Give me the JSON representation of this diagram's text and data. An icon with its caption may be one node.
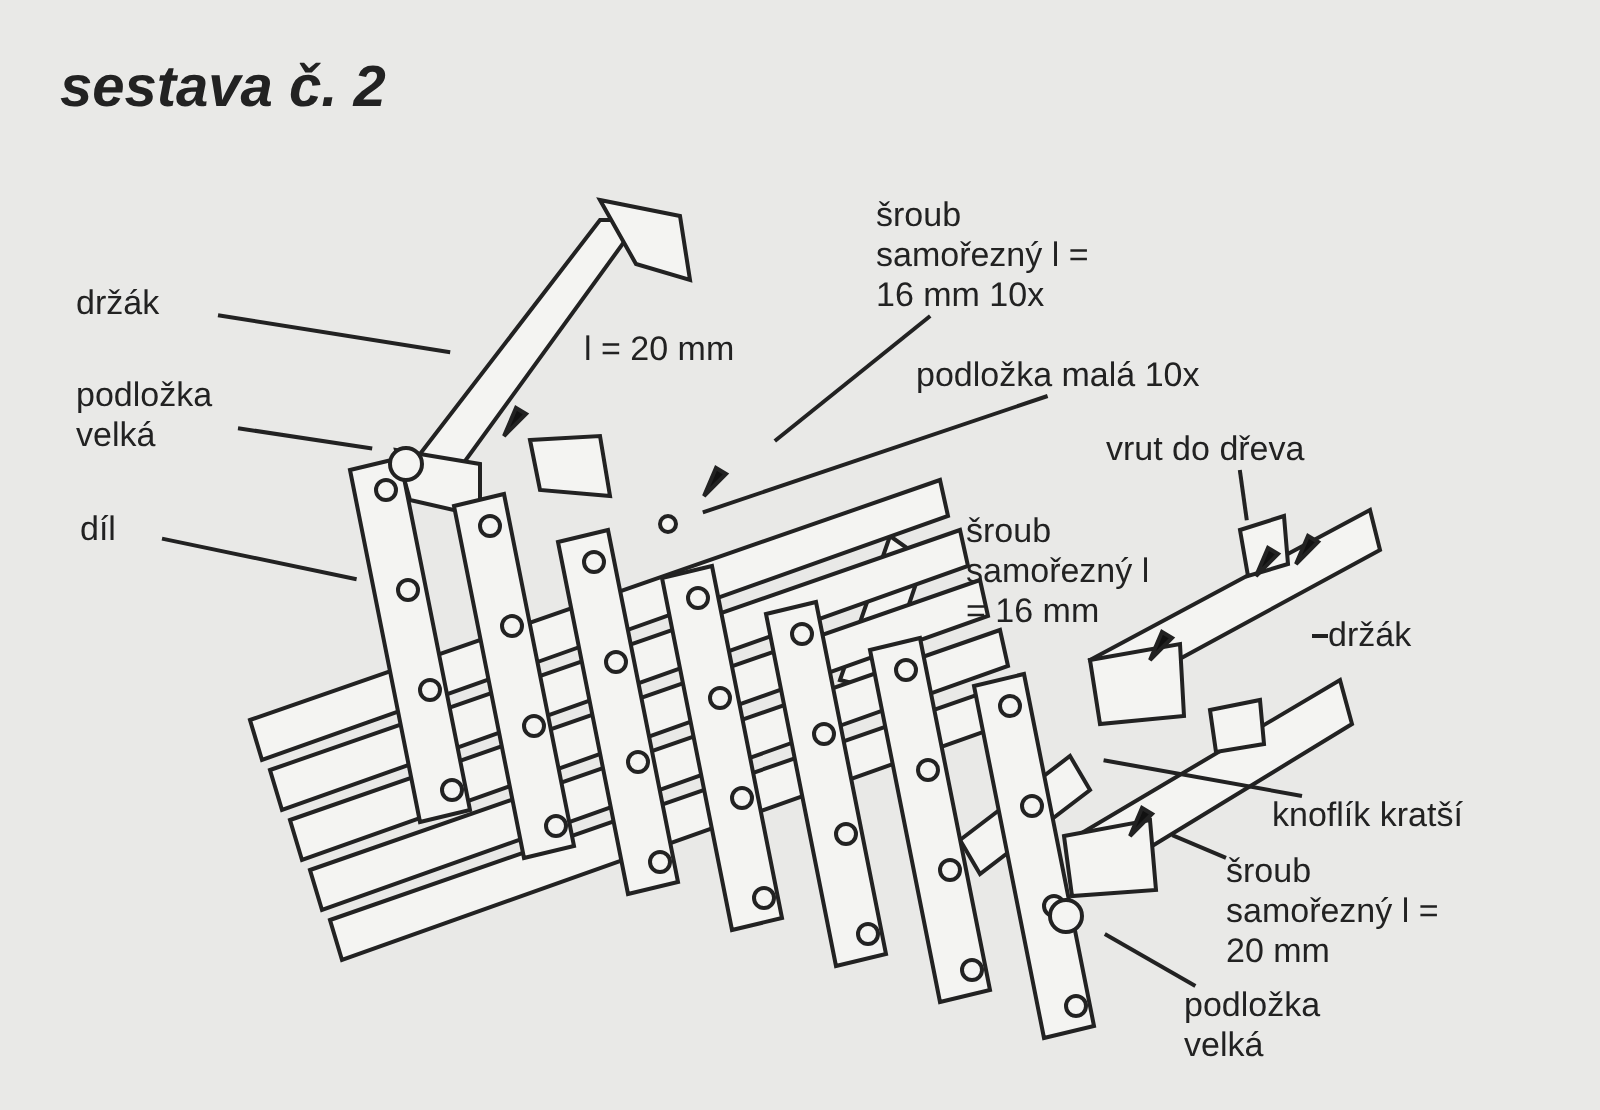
{
  "diagram": {
    "title": "sestava č. 2",
    "nodes": [
      {
        "text": [
          "držák"
        ]
      },
      {
        "text": [
          "podložka velká"
        ]
      },
      {
        "text": [
          "díl"
        ]
      },
      {
        "text": [
          "šroub samořezný l = 16 mm 10x"
        ]
      },
      {
        "text": [
          "podložka malá 10x"
        ]
      },
      {
        "text": [
          "vrut do dřeva"
        ]
      },
      {
        "text": [
          "držák"
        ]
      },
      {
        "text": [
          "knoflík kratší"
        ]
      },
      {
        "text": [
          "šroub samořezný l = 20 mm"
        ]
      },
      {
        "text": [
          "podložka velká"
        ]
      }
    ],
    "edges": [
      {
        "from": 0,
        "to": null,
        "arrow": "none"
      },
      {
        "from": 1,
        "to": null,
        "arrow": "none"
      },
      {
        "from": 2,
        "to": null,
        "arrow": "none"
      },
      {
        "from": 3,
        "to": null,
        "arrow": "none"
      },
      {
        "from": 4,
        "to": null,
        "arrow": "none"
      },
      {
        "from": 5,
        "to": null,
        "arrow": "none"
      },
      {
        "from": 6,
        "to": null,
        "arrow": "none"
      },
      {
        "from": 7,
        "to": null,
        "arrow": "none"
      },
      {
        "from": 8,
        "to": null,
        "arrow": "none"
      },
      {
        "from": 9,
        "to": null,
        "arrow": "none"
      }
    ],
    "labels": [
      "l = 20 mm",
      "šroub samořezný l = 16 mm"
    ]
  }
}
